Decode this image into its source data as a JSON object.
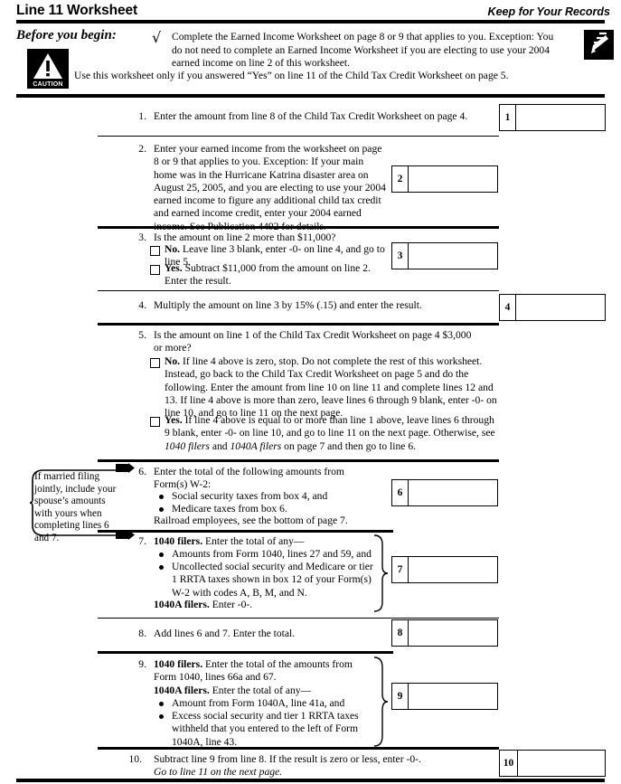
{
  "header": {
    "title": "Line 11 Worksheet",
    "keep_notice": "Keep for Your Records"
  },
  "before_you_begin": {
    "label": "Before you begin:",
    "checkmark": "check-mark",
    "caution_word": "CAUTION",
    "bullet_text": "Complete the Earned Income Worksheet on page 8 or 9 that applies to you. Exception: You do not need to complete an Earned Income Worksheet if you are electing to use your 2004 earned income on line 2 of this worksheet.",
    "use_text": "Use this worksheet only if you answered “Yes” on line 11 of the Child Tax Credit Worksheet on page 5."
  },
  "callout": {
    "text": "If married filing jointly, include your spouse’s amounts with yours when completing lines 6 and 7."
  },
  "lines": {
    "l1": {
      "num": "1.",
      "text": "Enter the amount from line 8 of the Child Tax Credit Worksheet on page 4.",
      "box_label": "1",
      "box_value": ""
    },
    "l2": {
      "num": "2.",
      "text": "Enter your earned income from the worksheet on page 8 or 9 that applies to you. Exception: If your main home was in the Hurricane Katrina disaster area on August 25, 2005, and you are electing to use your 2004 earned income to figure any additional child tax credit and earned income credit, enter your 2004 earned income. See Publication 4492 for details.",
      "box_label": "2",
      "box_value": ""
    },
    "l3": {
      "num": "3.",
      "question": "Is the amount on line 2 more than $11,000?",
      "no_label": "No.",
      "no_text": "Leave line 3 blank, enter -0- on line 4, and go to line 5.",
      "yes_label": "Yes.",
      "yes_text": "Subtract $11,000 from the amount on line 2. Enter the result.",
      "box_label": "3",
      "box_value": ""
    },
    "l4": {
      "num": "4.",
      "text": "Multiply the amount on line 3 by 15% (.15) and enter the result.",
      "box_label": "4",
      "box_value": ""
    },
    "l5": {
      "num": "5.",
      "question": "Is the amount on line 1 of the Child Tax Credit Worksheet on page 4 $3,000 or more?",
      "no_label": "No.",
      "no_text": "If line 4 above is zero, stop. Do not complete the rest of this worksheet. Instead, go back to the Child Tax Credit Worksheet on page 5 and do the following. Enter the amount from line 10 on line 11 and complete lines 12 and 13. If line 4 above is more than zero, leave lines 6 through 9 blank, enter -0- on line 10, and go to line 11 on the next page.",
      "yes_label": "Yes.",
      "yes_text_a": "If line 4 above is equal to or more than line 1 above, leave lines 6 through 9 blank, enter -0- on line 10, and go to line 11 on the next page. Otherwise, see ",
      "yes_em1": "1040 filers",
      "yes_text_b": " and ",
      "yes_em2": "1040A filers",
      "yes_text_c": " on page 7 and then go to line 6."
    },
    "l6": {
      "num": "6.",
      "intro": "Enter the total of the following amounts from Form(s) W-2:",
      "bullets": [
        "Social security taxes from box 4, and",
        "Medicare taxes from box 6."
      ],
      "footer": "Railroad employees, see the bottom of page 7.",
      "box_label": "6",
      "box_value": ""
    },
    "l7": {
      "num": "7.",
      "filer_1040": "1040 filers.",
      "intro": " Enter the total of any—",
      "bullets": [
        "Amounts from Form 1040, lines 27 and 59, and",
        "Uncollected social security and Medicare or tier 1 RRTA taxes shown in box 12 of your Form(s) W-2 with codes A, B, M, and N."
      ],
      "filer_1040a": "1040A filers.",
      "filer_1040a_text": " Enter -0-.",
      "box_label": "7",
      "box_value": ""
    },
    "l8": {
      "num": "8.",
      "text": "Add lines 6 and 7. Enter the total.",
      "box_label": "8",
      "box_value": ""
    },
    "l9": {
      "num": "9.",
      "filer_1040": "1040 filers.",
      "filer_1040_text": " Enter the total of the amounts from Form 1040, lines 66a and 67.",
      "filer_1040a": "1040A filers.",
      "filer_1040a_text": " Enter the total of any—",
      "bullets": [
        "Amount from Form 1040A, line 41a, and",
        "Excess social security and tier 1 RRTA taxes withheld that you entered to the left of Form 1040A, line 43."
      ],
      "box_label": "9",
      "box_value": ""
    },
    "l10": {
      "num": "10.",
      "text": "Subtract line 9 from line 8. If the result is zero or less, enter -0-.",
      "italic_text": "Go to line 11 on the next page.",
      "box_label": "10",
      "box_value": ""
    }
  }
}
